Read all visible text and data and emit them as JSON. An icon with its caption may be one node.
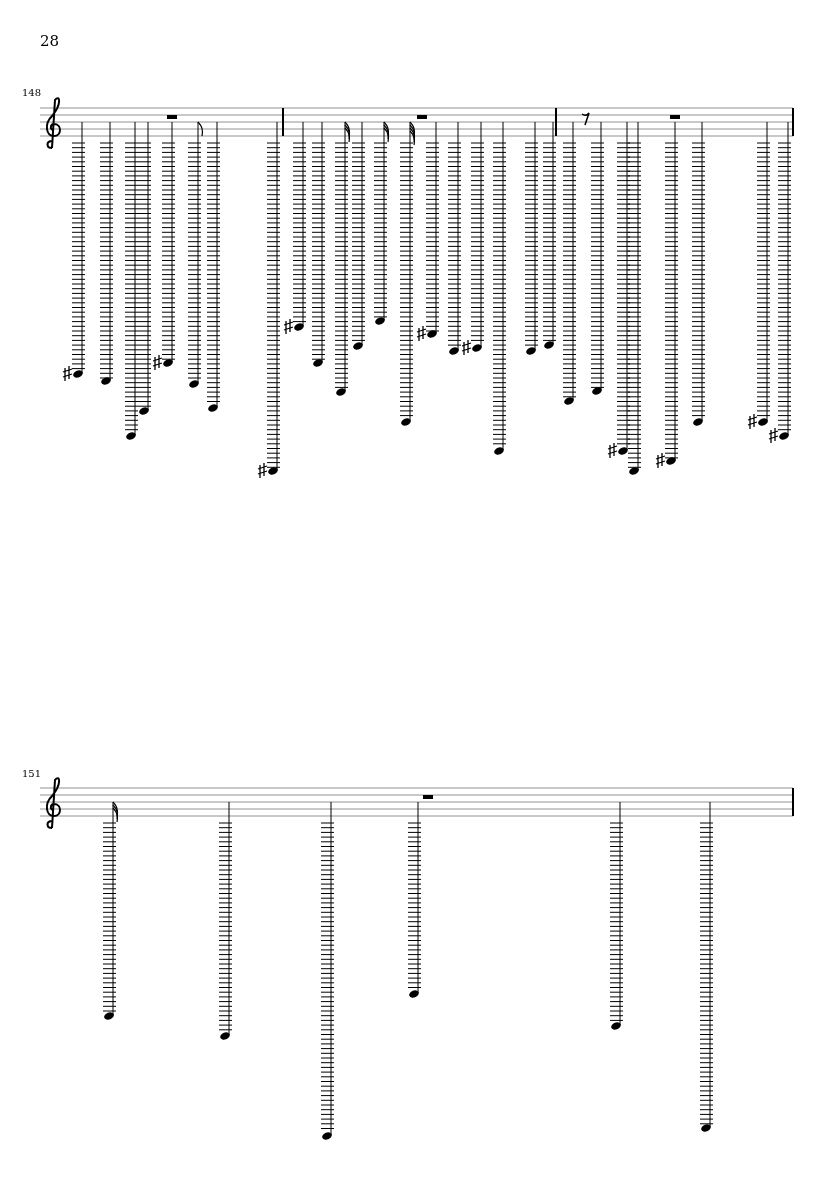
{
  "diagram": {
    "labels": [
      "28",
      "148",
      "151"
    ]
  }
}
